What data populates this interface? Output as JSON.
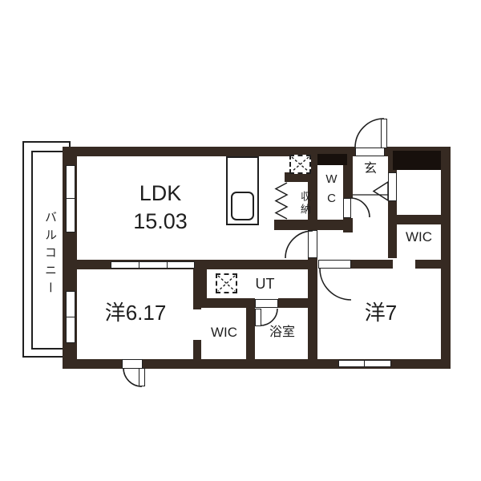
{
  "labels": {
    "balcony": "バルコニー",
    "ldk": "LDK",
    "ldk_size": "15.03",
    "bedroom1": "洋6.17",
    "bedroom2": "洋7",
    "wic_small": "WIC",
    "wic_right": "WIC",
    "ut": "UT",
    "bath": "浴室",
    "storage": "収納",
    "wc_line1": "W",
    "wc_line2": "C",
    "entrance": "玄"
  },
  "colors": {
    "wall": "#362a22",
    "cabinet": "#17100c",
    "line": "#1f1f1f",
    "bg": "#ffffff",
    "text": "#1f1f1f"
  }
}
